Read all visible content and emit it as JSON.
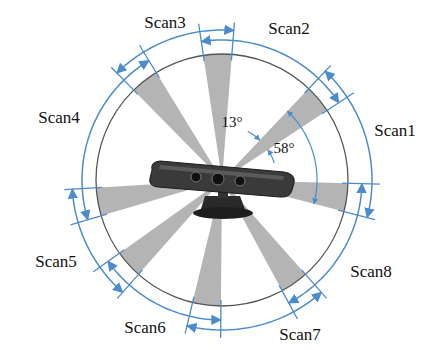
{
  "diagram": {
    "labels": [
      "Scan3",
      "Scan2",
      "Scan4",
      "Scan1",
      "13°",
      "58°",
      "Scan5",
      "Scan8",
      "Scan6",
      "Scan7"
    ]
  }
}
